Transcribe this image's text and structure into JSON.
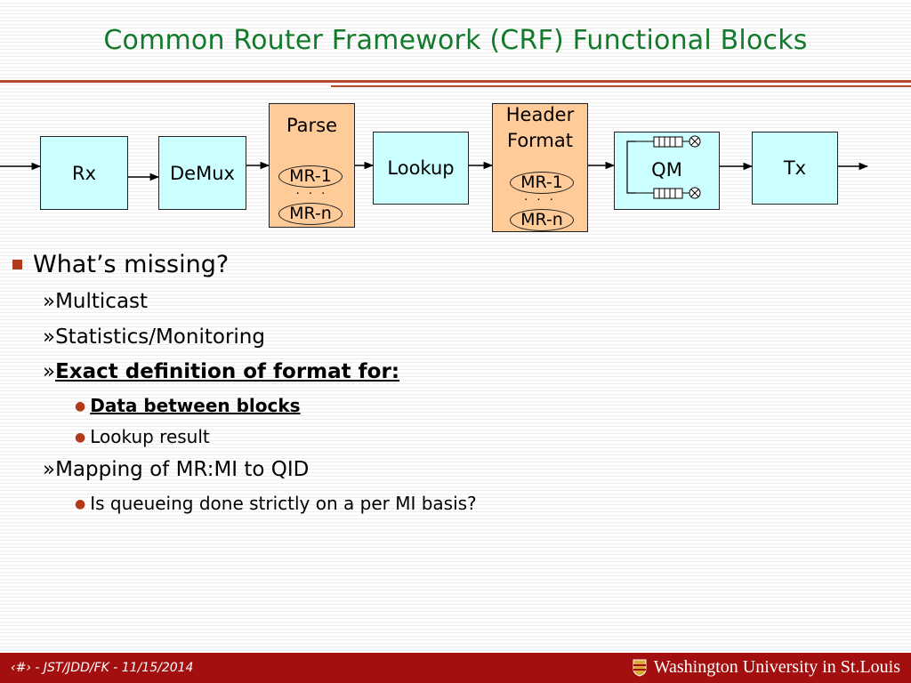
{
  "slide": {
    "title": "Common Router Framework (CRF) Functional Blocks"
  },
  "diagram": {
    "blocks": {
      "rx": "Rx",
      "demux": "DeMux",
      "parse": "Parse",
      "lookup": "Lookup",
      "header_format_line1": "Header",
      "header_format_line2": "Format",
      "qm": "QM",
      "tx": "Tx"
    },
    "mr_first": "MR-1",
    "mr_last": "MR-n",
    "dots": "· · ·"
  },
  "bullets": [
    {
      "level": 1,
      "text": "What’s missing?"
    },
    {
      "level": 2,
      "text": "Multicast"
    },
    {
      "level": 2,
      "text": "Statistics/Monitoring"
    },
    {
      "level": 2,
      "text": "Exact definition of format for:"
    },
    {
      "level": 3,
      "text": "Data between blocks"
    },
    {
      "level": 3,
      "text": "Lookup result"
    },
    {
      "level": 2,
      "text": "Mapping of MR:MI to QID"
    },
    {
      "level": 3,
      "text": "Is queueing done strictly on a per MI basis?"
    }
  ],
  "markers": {
    "chevron": "»",
    "dot": "●"
  },
  "footer": {
    "text": "‹#› - JST/JDD/FK - 11/15/2014",
    "logo": "Washington University in St.Louis"
  },
  "colors": {
    "title": "#127a2a",
    "rule": "#b24a2a",
    "block_cyan": "#ccffff",
    "block_orange": "#ffcc99",
    "footer_bg": "#a30f0f",
    "bullet_marker": "#b03a1a"
  }
}
